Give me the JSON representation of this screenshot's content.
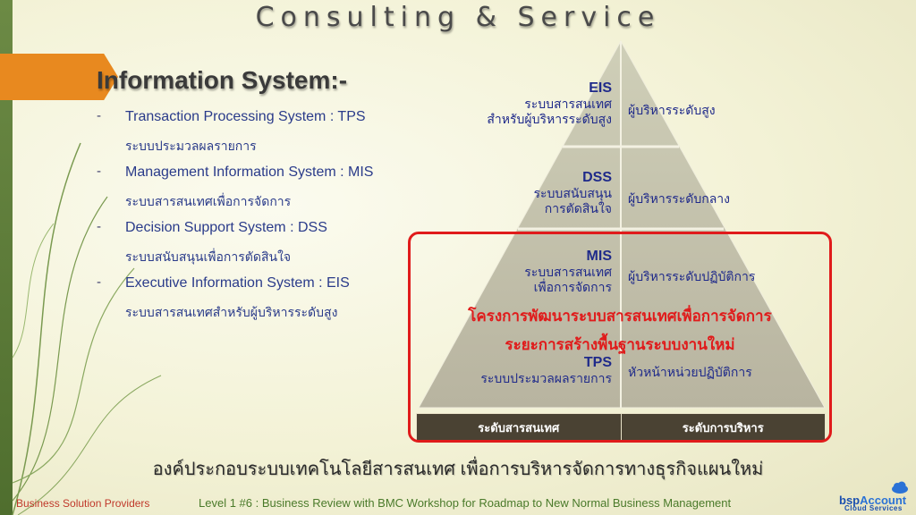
{
  "title": "Consulting & Service",
  "section_heading": "Information System:-",
  "systems": [
    {
      "bullet": "-",
      "en": "Transaction Processing System : TPS",
      "th": "ระบบประมวลผลรายการ"
    },
    {
      "bullet": "-",
      "en": "Management Information System : MIS",
      "th": "ระบบสารสนเทศเพื่อการจัดการ"
    },
    {
      "bullet": "-",
      "en": "Decision Support System : DSS",
      "th": "ระบบสนับสนุนเพื่อการตัดสินใจ"
    },
    {
      "bullet": "-",
      "en": "Executive Information System : EIS",
      "th": "ระบบสารสนเทศสำหรับผู้บริหารระดับสูง"
    }
  ],
  "pyramid": {
    "levels": [
      {
        "code": "EIS",
        "desc_line1": "ระบบสารสนเทศ",
        "desc_line2": "สำหรับผู้บริหารระดับสูง",
        "manager": "ผู้บริหารระดับสูง"
      },
      {
        "code": "DSS",
        "desc_line1": "ระบบสนับสนุน",
        "desc_line2": "การตัดสินใจ",
        "manager": "ผู้บริหารระดับกลาง"
      },
      {
        "code": "MIS",
        "desc_line1": "ระบบสารสนเทศ",
        "desc_line2": "เพื่อการจัดการ",
        "manager": "ผู้บริหารระดับปฏิบัติการ"
      },
      {
        "code": "TPS",
        "desc_line1": "ระบบประมวลผลรายการ",
        "desc_line2": "",
        "manager": "หัวหน้าหน่วยปฏิบัติการ"
      }
    ],
    "project_line1": "โครงการพัฒนาระบบสารสนเทศเพื่อการจัดการ",
    "project_line2": "ระยะการสร้างพื้นฐานระบบงานใหม่",
    "footer_left": "ระดับสารสนเทศ",
    "footer_right": "ระดับการบริหาร",
    "highlight_color": "#e01b1b"
  },
  "subtitle": "องค์ประกอบระบบเทคโนโลยีสารสนเทศ เพื่อการบริหารจัดการทางธุรกิจแผนใหม่",
  "footer": {
    "left": "Business Solution Providers",
    "center": "Level 1 #6 : Business Review with BMC Workshop for Roadmap to New Normal Business Management"
  },
  "logo": {
    "brand_part1": "bsp",
    "brand_part2": "Account",
    "sub": "Cloud Services"
  },
  "colors": {
    "accent": "#e8891f",
    "text_blue": "#2a3b8a",
    "bar_green": "#5a7a36"
  }
}
